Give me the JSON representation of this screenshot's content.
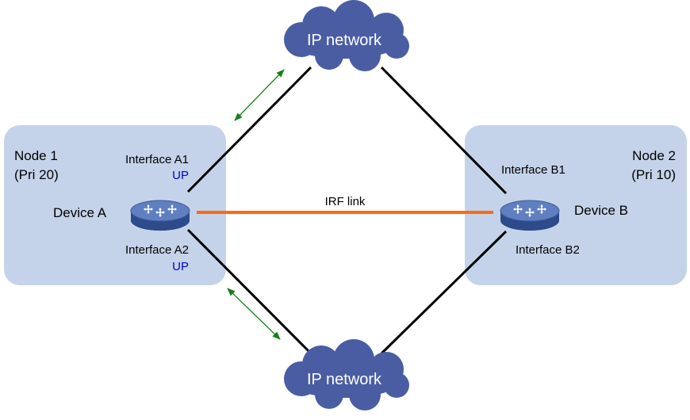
{
  "colors": {
    "node_bg": "#c5d3ea",
    "cloud": "#4a5da3",
    "link_black": "#000000",
    "irf_link": "#ff6a10",
    "arrow": "#1a7f1a",
    "status_up": "#0000cc",
    "device_top": "#5f7fc0",
    "device_side": "#2d4a8a"
  },
  "clouds": {
    "top": {
      "label": "IP network"
    },
    "bottom": {
      "label": "IP network"
    }
  },
  "nodes": {
    "node1": {
      "name": "Node 1",
      "priority": "(Pri 20)"
    },
    "node2": {
      "name": "Node 2",
      "priority": "(Pri 10)"
    }
  },
  "devices": {
    "a": {
      "name": "Device A",
      "interface1": {
        "label": "Interface A1",
        "status": "UP"
      },
      "interface2": {
        "label": "Interface A2",
        "status": "UP"
      },
      "icon": "switch-icon"
    },
    "b": {
      "name": "Device B",
      "interface1": {
        "label": "Interface B1"
      },
      "interface2": {
        "label": "Interface B2"
      },
      "icon": "switch-icon"
    }
  },
  "links": {
    "irf": {
      "label": "IRF link"
    }
  }
}
